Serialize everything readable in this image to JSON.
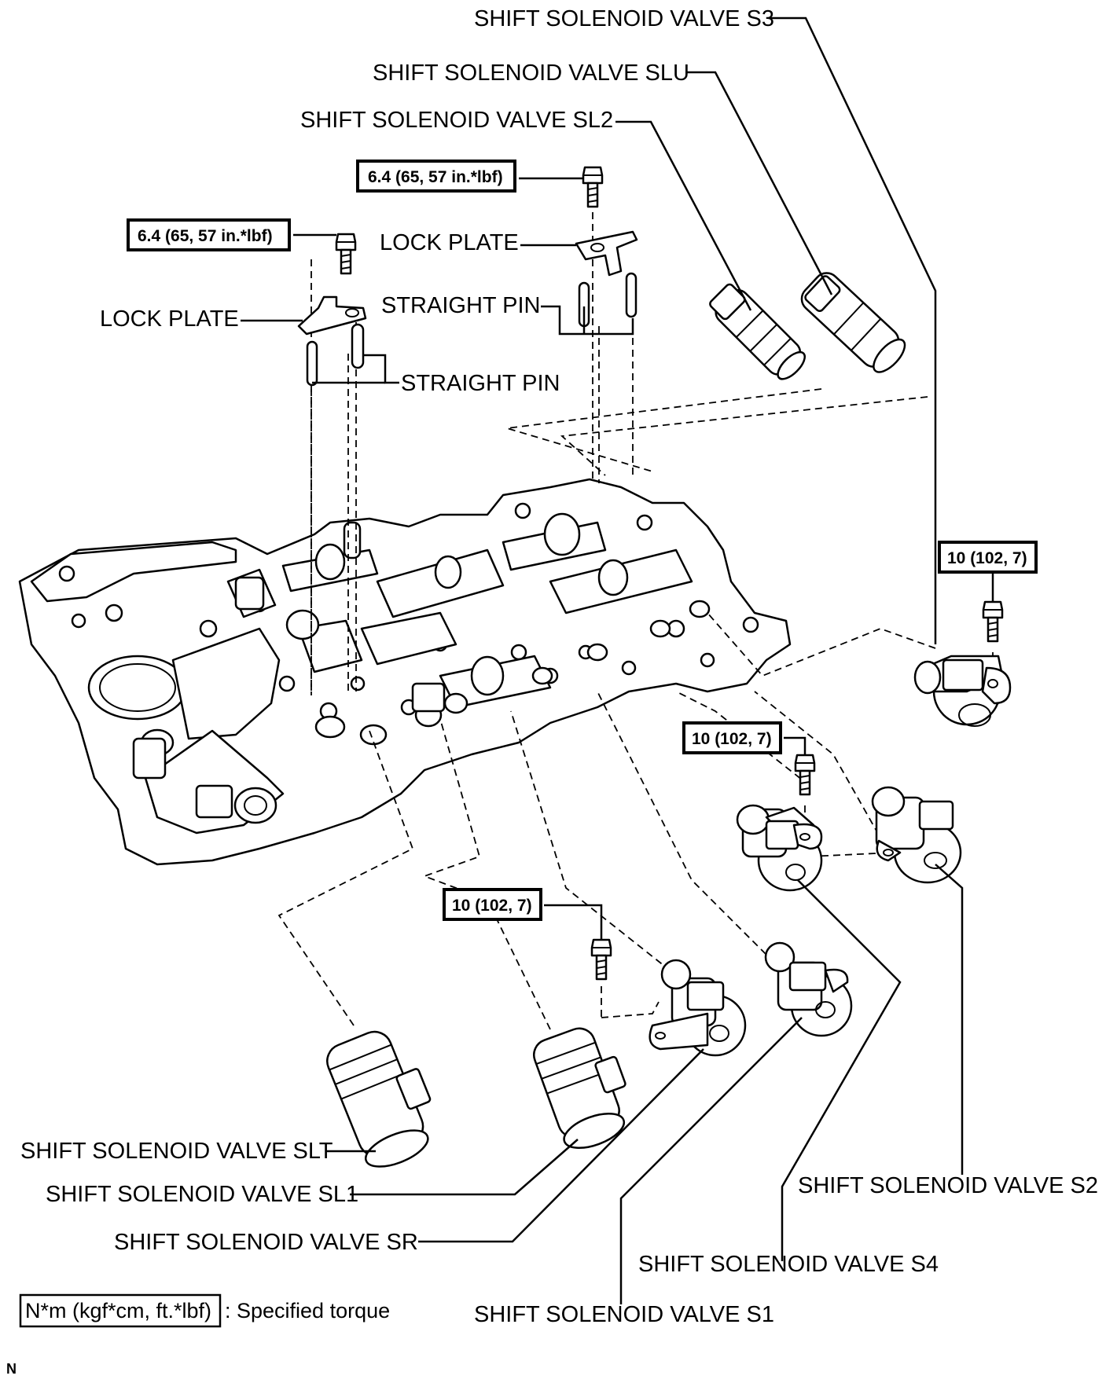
{
  "labels": {
    "s3": "SHIFT SOLENOID VALVE S3",
    "slu": "SHIFT SOLENOID VALVE SLU",
    "sl2": "SHIFT SOLENOID VALVE SL2",
    "lock_plate_right": "LOCK PLATE",
    "straight_pin_right": "STRAIGHT PIN",
    "lock_plate_left": "LOCK PLATE",
    "straight_pin_left": "STRAIGHT PIN",
    "slt": "SHIFT SOLENOID VALVE SLT",
    "sl1": "SHIFT SOLENOID VALVE SL1",
    "sr": "SHIFT SOLENOID VALVE SR",
    "s2": "SHIFT SOLENOID VALVE S2",
    "s4": "SHIFT SOLENOID VALVE S4",
    "s1": "SHIFT SOLENOID VALVE S1"
  },
  "torques": {
    "lock_plate_right_bolt": "6.4 (65, 57 in.*lbf)",
    "lock_plate_left_bolt": "6.4 (65, 57 in.*lbf)",
    "s3_bolt": "10 (102, 7)",
    "s2_s4_bolt": "10 (102, 7)",
    "sr_bolt": "10 (102, 7)"
  },
  "legend": {
    "unit_box": "N*m (kgf*cm, ft.*lbf)",
    "description": ": Specified torque"
  },
  "corner_mark": "N"
}
